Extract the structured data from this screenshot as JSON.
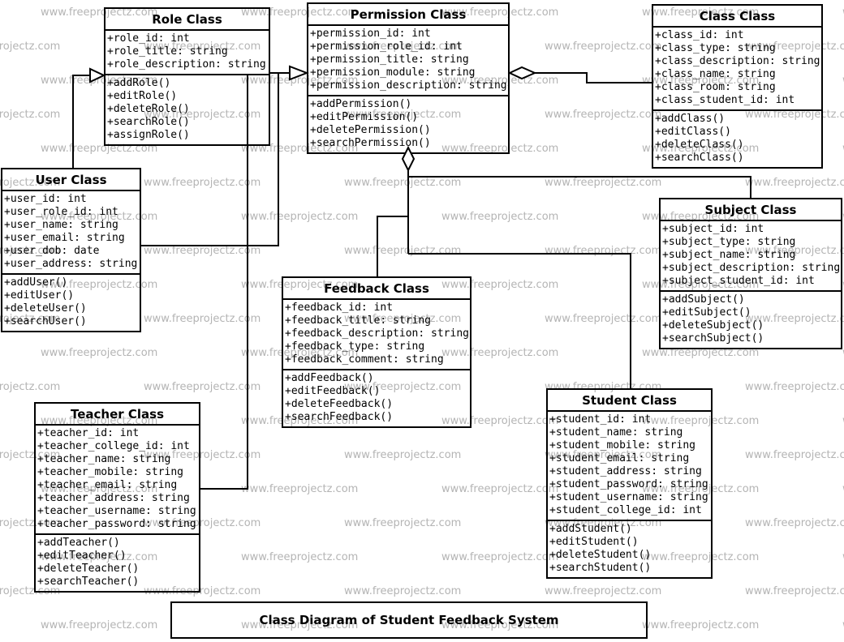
{
  "diagram_title": "Class Diagram of Student Feedback System",
  "watermark": {
    "text": "www.freeprojectz.com",
    "color": "#b4b4b4"
  },
  "classes": [
    {
      "name": "Role Class",
      "attributes": [
        "+role_id: int",
        "+role_title: string",
        "+role_description: string"
      ],
      "methods": [
        "+addRole()",
        "+editRole()",
        "+deleteRole()",
        "+searchRole()",
        "+assignRole()"
      ]
    },
    {
      "name": "Permission Class",
      "attributes": [
        "+permission_id: int",
        "+permission_role_id: int",
        "+permission_title: string",
        "+permission_module: string",
        "+permission_description: string"
      ],
      "methods": [
        "+addPermission()",
        "+editPermission()",
        "+deletePermission()",
        "+searchPermission()"
      ]
    },
    {
      "name": "Class Class",
      "attributes": [
        "+class_id: int",
        "+class_type: string",
        "+class_description: string",
        "+class_name: string",
        "+class_room: string",
        "+class_student_id: int"
      ],
      "methods": [
        "+addClass()",
        "+editClass()",
        "+deleteClass()",
        "+searchClass()"
      ]
    },
    {
      "name": "User Class",
      "attributes": [
        "+user_id: int",
        "+user_role_id: int",
        "+user_name: string",
        "+user_email: string",
        "+user_dob: date",
        "+user_address: string"
      ],
      "methods": [
        "+addUser()",
        "+editUser()",
        "+deleteUser()",
        "+searchUser()"
      ]
    },
    {
      "name": "Subject Class",
      "attributes": [
        "+subject_id: int",
        "+subject_type: string",
        "+subject_name: string",
        "+subject_description: string",
        "+subject_student_id: int"
      ],
      "methods": [
        "+addSubject()",
        "+editSubject()",
        "+deleteSubject()",
        "+searchSubject()"
      ]
    },
    {
      "name": "Feedback Class",
      "attributes": [
        "+feedback_id: int",
        "+feedback_title: string",
        "+feedback_description: string",
        "+feedback_type: string",
        "+feedback_comment: string"
      ],
      "methods": [
        "+addFeedback()",
        "+editFeedback()",
        "+deleteFeedback()",
        "+searchFeedback()"
      ]
    },
    {
      "name": "Teacher Class",
      "attributes": [
        "+teacher_id: int",
        "+teacher_college_id: int",
        "+teacher_name: string",
        "+teacher_mobile: string",
        "+teacher_email: string",
        "+teacher_address: string",
        "+teacher_username: string",
        "+teacher_password: string"
      ],
      "methods": [
        "+addTeacher()",
        "+editTeacher()",
        "+deleteTeacher()",
        "+searchTeacher()"
      ]
    },
    {
      "name": "Student Class",
      "attributes": [
        "+student_id: int",
        "+student_name: string",
        "+student_mobile: string",
        "+student_email: string",
        "+student_address: string",
        "+student_password: string",
        "+student_username: string",
        "+student_college_id: int"
      ],
      "methods": [
        "+addStudent()",
        "+editStudent()",
        "+deleteStudent()",
        "+searchStudent()"
      ]
    }
  ],
  "relationships": [
    {
      "from": "User Class",
      "to": "Role Class",
      "type": "generalization"
    },
    {
      "from": "Role Class",
      "to": "Permission Class",
      "type": "generalization"
    },
    {
      "from": "User Class",
      "to": "Permission Class",
      "type": "generalization"
    },
    {
      "from": "Teacher Class",
      "to": "Permission Class",
      "type": "generalization"
    },
    {
      "from": "Permission Class",
      "to": "Class Class",
      "type": "aggregation"
    },
    {
      "from": "Permission Class",
      "to": "Feedback Class",
      "type": "aggregation"
    },
    {
      "from": "Permission Class",
      "to": "Subject Class",
      "type": "aggregation"
    },
    {
      "from": "Permission Class",
      "to": "Student Class",
      "type": "aggregation"
    }
  ]
}
